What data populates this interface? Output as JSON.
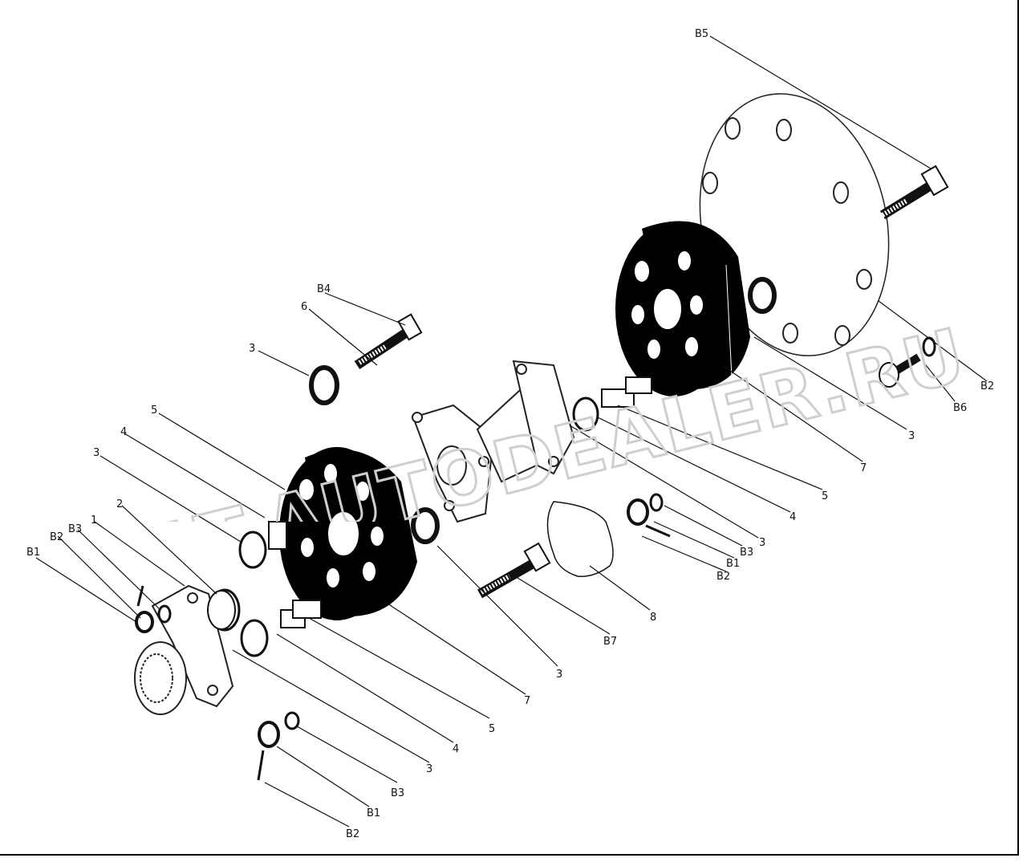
{
  "watermark": "ACAT.AUTODEALER.RU",
  "callouts": [
    {
      "id": "B5",
      "text": "B5"
    },
    {
      "id": "B4",
      "text": "B4"
    },
    {
      "id": "6",
      "text": "6"
    },
    {
      "id": "3a",
      "text": "3"
    },
    {
      "id": "5a",
      "text": "5"
    },
    {
      "id": "4a",
      "text": "4"
    },
    {
      "id": "3b",
      "text": "3"
    },
    {
      "id": "2",
      "text": "2"
    },
    {
      "id": "B3a",
      "text": "B3"
    },
    {
      "id": "1",
      "text": "1"
    },
    {
      "id": "B2a",
      "text": "B2"
    },
    {
      "id": "B1a",
      "text": "B1"
    },
    {
      "id": "B2b",
      "text": "B2"
    },
    {
      "id": "B6",
      "text": "B6"
    },
    {
      "id": "3c",
      "text": "3"
    },
    {
      "id": "7a",
      "text": "7"
    },
    {
      "id": "5b",
      "text": "5"
    },
    {
      "id": "4b",
      "text": "4"
    },
    {
      "id": "3d",
      "text": "3"
    },
    {
      "id": "B3b",
      "text": "B3"
    },
    {
      "id": "B1b",
      "text": "B1"
    },
    {
      "id": "B2c",
      "text": "B2"
    },
    {
      "id": "8",
      "text": "8"
    },
    {
      "id": "B7",
      "text": "B7"
    },
    {
      "id": "3e",
      "text": "3"
    },
    {
      "id": "7b",
      "text": "7"
    },
    {
      "id": "5c",
      "text": "5"
    },
    {
      "id": "4c",
      "text": "4"
    },
    {
      "id": "3f",
      "text": "3"
    },
    {
      "id": "B3c",
      "text": "B3"
    },
    {
      "id": "B1c",
      "text": "B1"
    },
    {
      "id": "B2d",
      "text": "B2"
    }
  ]
}
